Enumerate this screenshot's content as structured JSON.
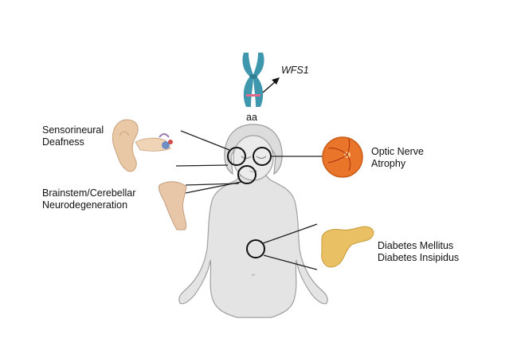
{
  "gene": "WFS1",
  "genotype": "aa",
  "labels": {
    "deafness": [
      "Sensorineural",
      "Deafness"
    ],
    "neuro": [
      "Brainstem/Cerebellar",
      "Neurodegeneration"
    ],
    "optic": [
      "Optic Nerve",
      "Atrophy"
    ],
    "diabetes": [
      "Diabetes Mellitus",
      "Diabetes Insipidus"
    ]
  },
  "colors": {
    "chromosome": "#3f97ad",
    "band": "#e06a8a",
    "body": "#e4e4e4",
    "outline": "#9b9b9b",
    "eye": "#e8752a",
    "pancreas": "#e9c063",
    "brain": "#e8c6a8"
  }
}
